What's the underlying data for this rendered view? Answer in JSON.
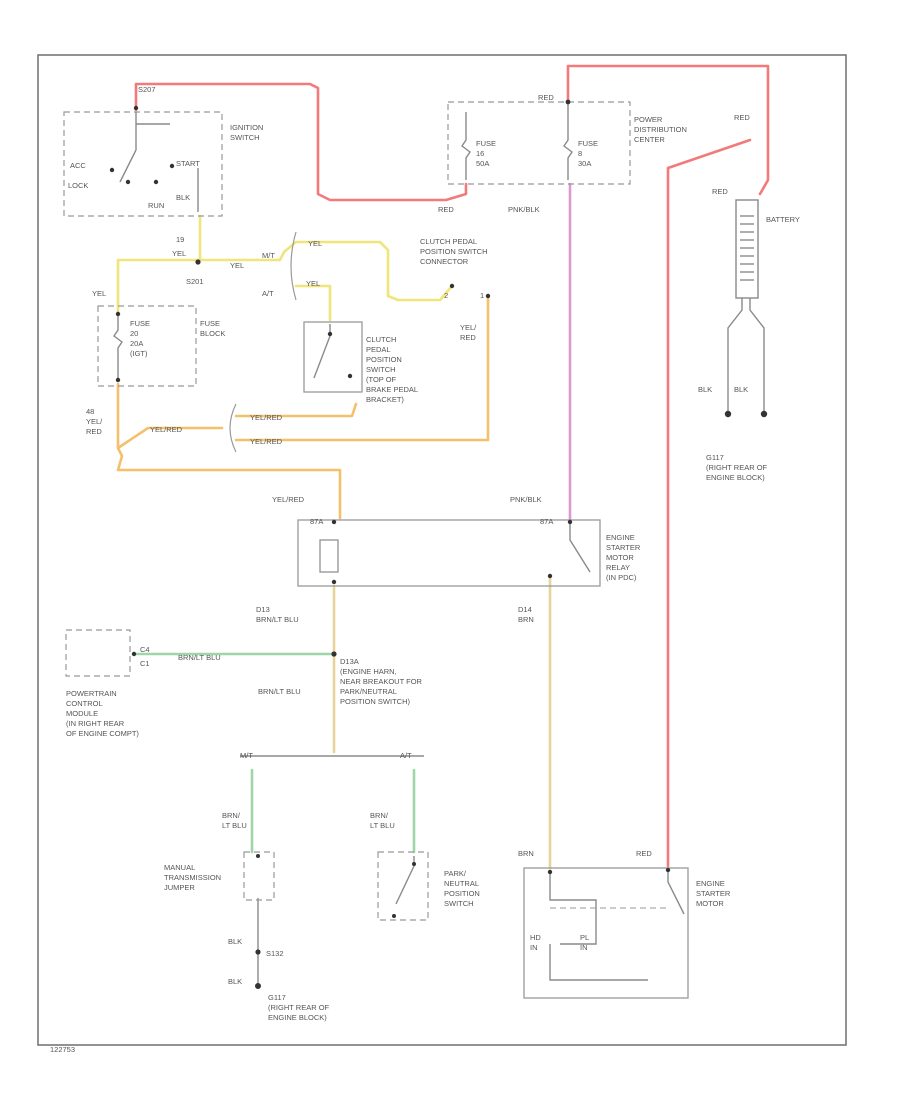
{
  "diagram_id": "122753",
  "labels": {
    "s207": "S207",
    "ignition_switch": [
      "IGNITION",
      "SWITCH"
    ],
    "acc": "ACC",
    "start": "START",
    "lock": "LOCK",
    "run": "RUN",
    "blk_sw": "BLK",
    "c19": "19",
    "yel_sw": "YEL",
    "s201": "S201",
    "yel_s201": "YEL",
    "yel_fuse": "YEL",
    "fuse_block": [
      "FUSE",
      "BLOCK"
    ],
    "fuse_20": [
      "FUSE",
      "20",
      "20A",
      "(IGT)"
    ],
    "mt": "M/T",
    "at": "A/T",
    "yel_c1": "YEL",
    "yel_c2": "YEL",
    "clutch_conn": [
      "CLUTCH PEDAL",
      "POSITION SWITCH",
      "CONNECTOR"
    ],
    "pin2": "2",
    "pin1": "1",
    "yel_red_r": [
      "YEL/",
      "RED"
    ],
    "clutch_switch": [
      "CLUTCH",
      "PEDAL",
      "POSITION",
      "SWITCH",
      "(TOP OF",
      "BRAKE PEDAL",
      "BRACKET)"
    ],
    "w_yel_red_l": [
      "48",
      "YEL/",
      "RED"
    ],
    "yelred_1": "YEL/RED",
    "yelred_2": "YEL/RED",
    "yelred_3": "YEL/RED",
    "red_top": "RED",
    "red_pdc": "RED",
    "fuse_16": [
      "FUSE",
      "16",
      "50A"
    ],
    "fuse_8": [
      "FUSE",
      "8",
      "30A"
    ],
    "pdc": [
      "POWER",
      "DISTRIBUTION",
      "CENTER"
    ],
    "pnk_blk": "PNK/BLK",
    "red_bat1": "RED",
    "red_bat2": "RED",
    "battery": "BATTERY",
    "blk_b1": "BLK",
    "blk_b2": "BLK",
    "g117_top": [
      "G117",
      "(RIGHT REAR OF",
      "ENGINE BLOCK)"
    ],
    "yelred_relay": "YEL/RED",
    "pnk_blk_relay": "PNK/BLK",
    "relay_pin1": "87A",
    "relay_pin2": "87A",
    "relay": [
      "ENGINE",
      "STARTER",
      "MOTOR",
      "RELAY",
      "(IN PDC)"
    ],
    "d13": [
      "D13",
      "BRN/LT BLU"
    ],
    "d14": [
      "D14",
      "BRN"
    ],
    "pcm": [
      "POWERTRAIN",
      "CONTROL",
      "MODULE",
      "(IN RIGHT REAR",
      "OF ENGINE COMPT)"
    ],
    "pcm_pin": "C4",
    "pcm_c1": "C1",
    "brn_lt_blu_pcm": "BRN/LT BLU",
    "d13a": [
      "D13A",
      "(ENGINE HARN,",
      "NEAR BREAKOUT FOR",
      "PARK/NEUTRAL",
      "POSITION SWITCH)"
    ],
    "brn_lt_blu_mid": "BRN/LT BLU",
    "mt_bot": "M/T",
    "at_bot": "A/T",
    "brn_lt_blu_l": [
      "BRN/",
      "LT BLU"
    ],
    "brn_lt_blu_r": [
      "BRN/",
      "LT BLU"
    ],
    "manual_trans": [
      "MANUAL",
      "TRANSMISSION",
      "JUMPER"
    ],
    "park_neutral": [
      "PARK/",
      "NEUTRAL",
      "POSITION",
      "SWITCH"
    ],
    "blk_bot1": "BLK",
    "s132": "S132",
    "blk_bot2": "BLK",
    "g117_bot": [
      "G117",
      "(RIGHT REAR OF",
      "ENGINE BLOCK)"
    ],
    "brn_starter": "BRN",
    "red_starter": "RED",
    "starter": [
      "ENGINE",
      "STARTER",
      "MOTOR"
    ],
    "hd_in": [
      "HD",
      "IN"
    ],
    "pl_in": [
      "PL",
      "IN"
    ]
  },
  "colors": {
    "red_wire": "#f27a7a",
    "yellow_wire": "#f0e57a",
    "orange_wire": "#f5c06b",
    "pink_wire": "#d99ad0",
    "green_wire": "#9ed6a8",
    "tan_wire": "#e8d49a",
    "frame": "#777777"
  }
}
